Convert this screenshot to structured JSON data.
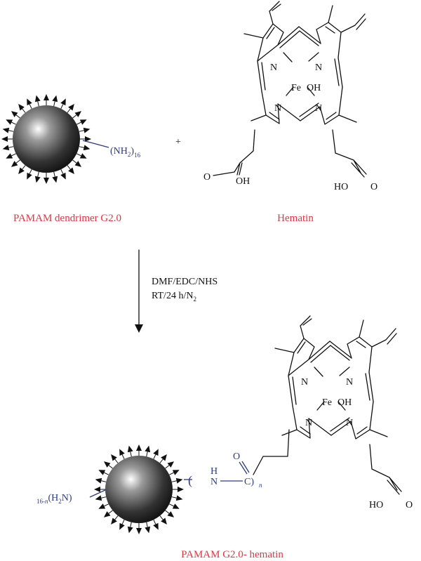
{
  "reactant1": {
    "label": "PAMAM dendrimer G2.0",
    "amine_group": "(NH",
    "amine_sub": "2",
    "amine_close": ")",
    "amine_count": "16"
  },
  "plus_sign": "+",
  "reactant2": {
    "label": "Hematin",
    "atoms": {
      "n": "N",
      "fe": "Fe",
      "oh": "OH",
      "o": "O",
      "ho": "HO"
    }
  },
  "conditions": {
    "line1": "DMF/EDC/NHS",
    "line2_main": "RT/24 h/N",
    "line2_sub": "2"
  },
  "product": {
    "label": "PAMAM G2.0- hematin",
    "left_count": "16-",
    "left_n": "n",
    "left_group": "(H",
    "left_sub": "2",
    "left_close": "N)",
    "linker_h": "H",
    "linker_n": "N",
    "linker_o": "O",
    "linker_c": "C)",
    "linker_paren": "(",
    "linker_sub_n": "n"
  },
  "colors": {
    "reactant_label": "#e8343c",
    "linker": "#2b3a8f",
    "bonds": "#111111"
  }
}
